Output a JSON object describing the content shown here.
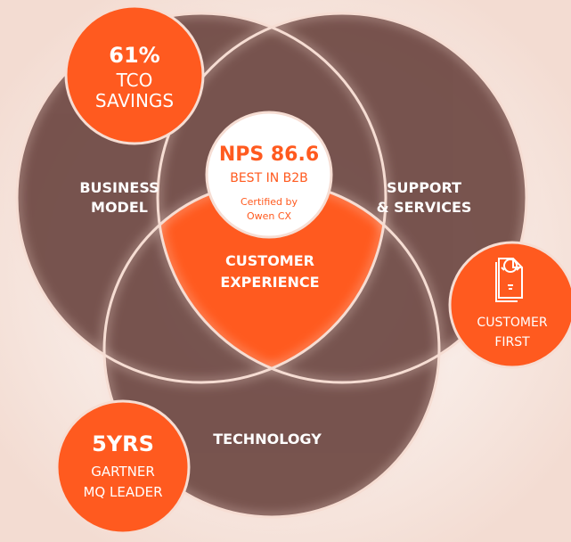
{
  "circles": {
    "business_model": {
      "line1": "BUSINESS",
      "line2": "MODEL"
    },
    "support_services": {
      "line1": "SUPPORT",
      "line2": "& SERVICES"
    },
    "technology": {
      "line1": "TECHNOLOGY"
    }
  },
  "center": {
    "line1": "CUSTOMER",
    "line2": "EXPERIENCE"
  },
  "nps_badge": {
    "value": "NPS 86.6",
    "subtitle": "BEST IN B2B",
    "cert_line1": "Certified by",
    "cert_line2": "Owen CX"
  },
  "tco_badge": {
    "value": "61%",
    "line1": "TCO",
    "line2": "SAVINGS"
  },
  "customer_first_badge": {
    "icon": "lightbulb-document-icon",
    "line1": "CUSTOMER",
    "line2": "FIRST"
  },
  "gartner_badge": {
    "value": "5YRS",
    "line1": "GARTNER",
    "line2": "MQ LEADER"
  },
  "colors": {
    "background": "#f7e9e2",
    "circle_fill": "#6e4843",
    "accent": "#ff5a1f",
    "white": "#ffffff",
    "ring": "#f6ddd3"
  }
}
